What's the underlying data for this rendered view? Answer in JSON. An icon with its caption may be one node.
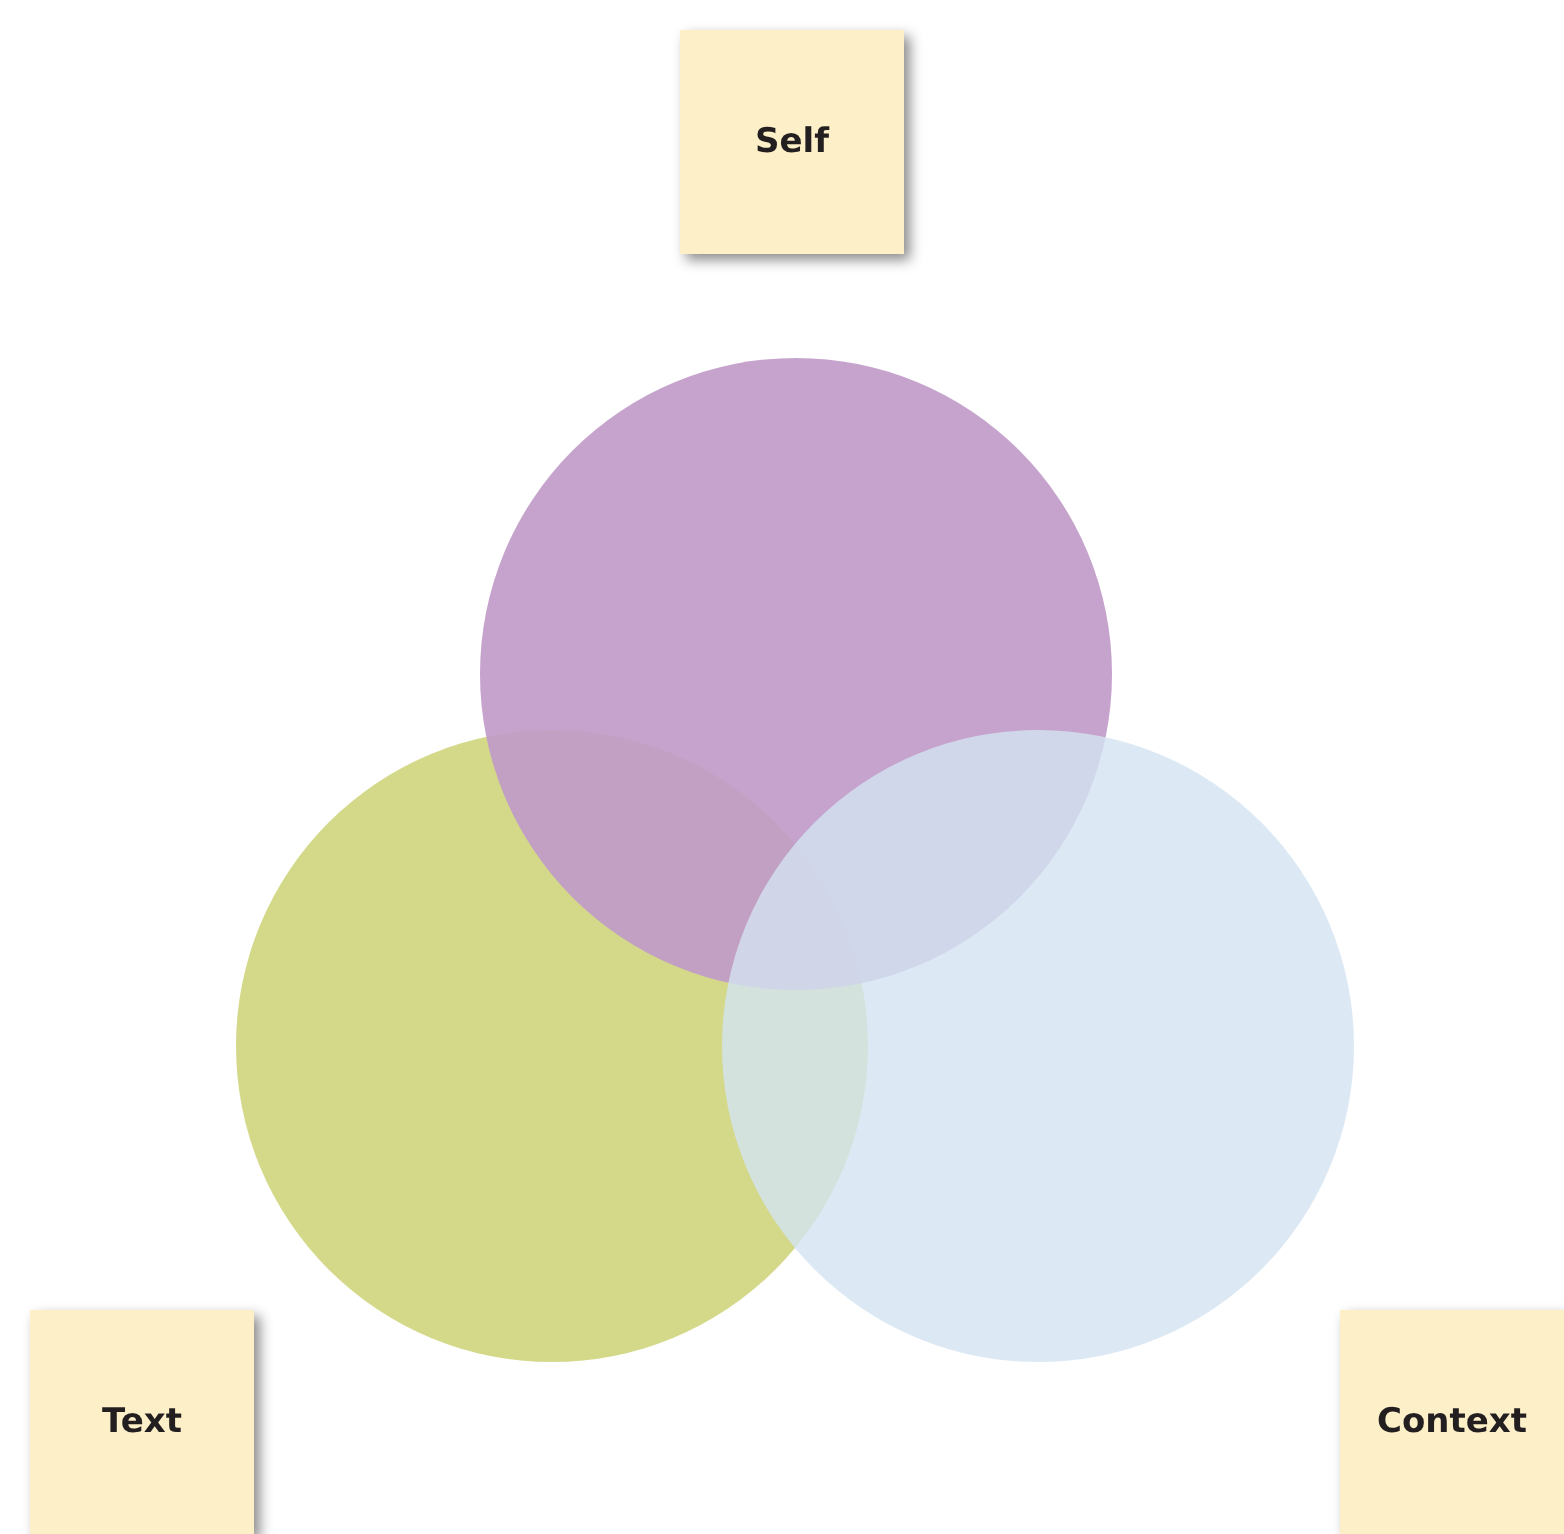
{
  "diagram": {
    "nodes": [
      {
        "text": [
          "Self"
        ]
      },
      {
        "text": [],
        "shape": "circle"
      },
      {
        "text": [],
        "shape": "circle"
      },
      {
        "text": [],
        "shape": "circle"
      },
      {
        "text": [
          "Text"
        ]
      },
      {
        "text": [
          "Context"
        ]
      }
    ]
  }
}
